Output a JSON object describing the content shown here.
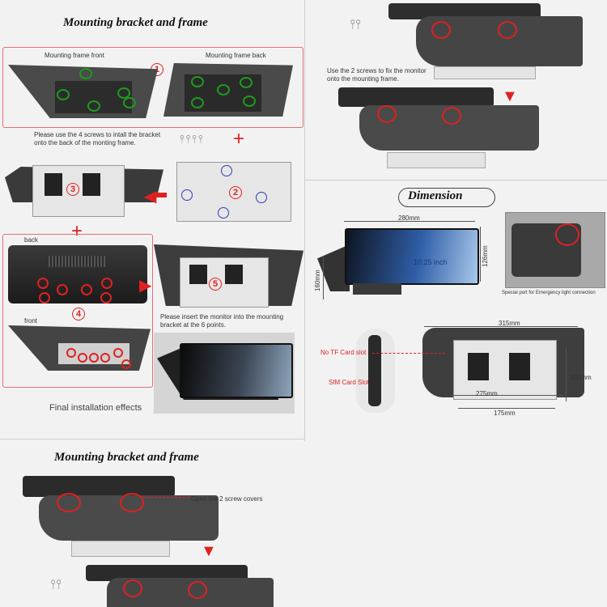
{
  "section1": {
    "title": "Mounting bracket and frame",
    "frame_front_label": "Mounting frame front",
    "frame_back_label": "Mounting frame back",
    "step1": "1",
    "instruction1": "Please use the 4 screws to intall the bracket onto the back of the monting frame.",
    "step2": "2",
    "step3": "3",
    "back_label": "back",
    "front_label": "front",
    "step4": "4",
    "step5": "5",
    "instruction5": "Please insert the monitor into the mounting bracket at the 6 points.",
    "final_label": "Final installation effects"
  },
  "section2": {
    "instruction": "Use the 2 screws to fix the monitor onto the mounting frame."
  },
  "dimension": {
    "title": "Dimension",
    "width_top": "280mm",
    "height_left": "160mm",
    "height_right": "126mm",
    "screen_size": "10.25 inch",
    "special_port": "Special port for Emergency light connection",
    "width_315": "315mm",
    "tf_slot": "No TF Card slot",
    "sim_slot": "SIM Card Slot",
    "width_275": "275mm",
    "height_100": "100mm",
    "width_175": "175mm"
  },
  "section3": {
    "title": "Mounting bracket and frame",
    "instruction": "Open the 2 screw covers"
  },
  "colors": {
    "accent_red": "#e02020",
    "circle_green": "#1e9a1e",
    "circle_blue": "#2b3fb0",
    "screen_blue": "#2a6fc9"
  }
}
